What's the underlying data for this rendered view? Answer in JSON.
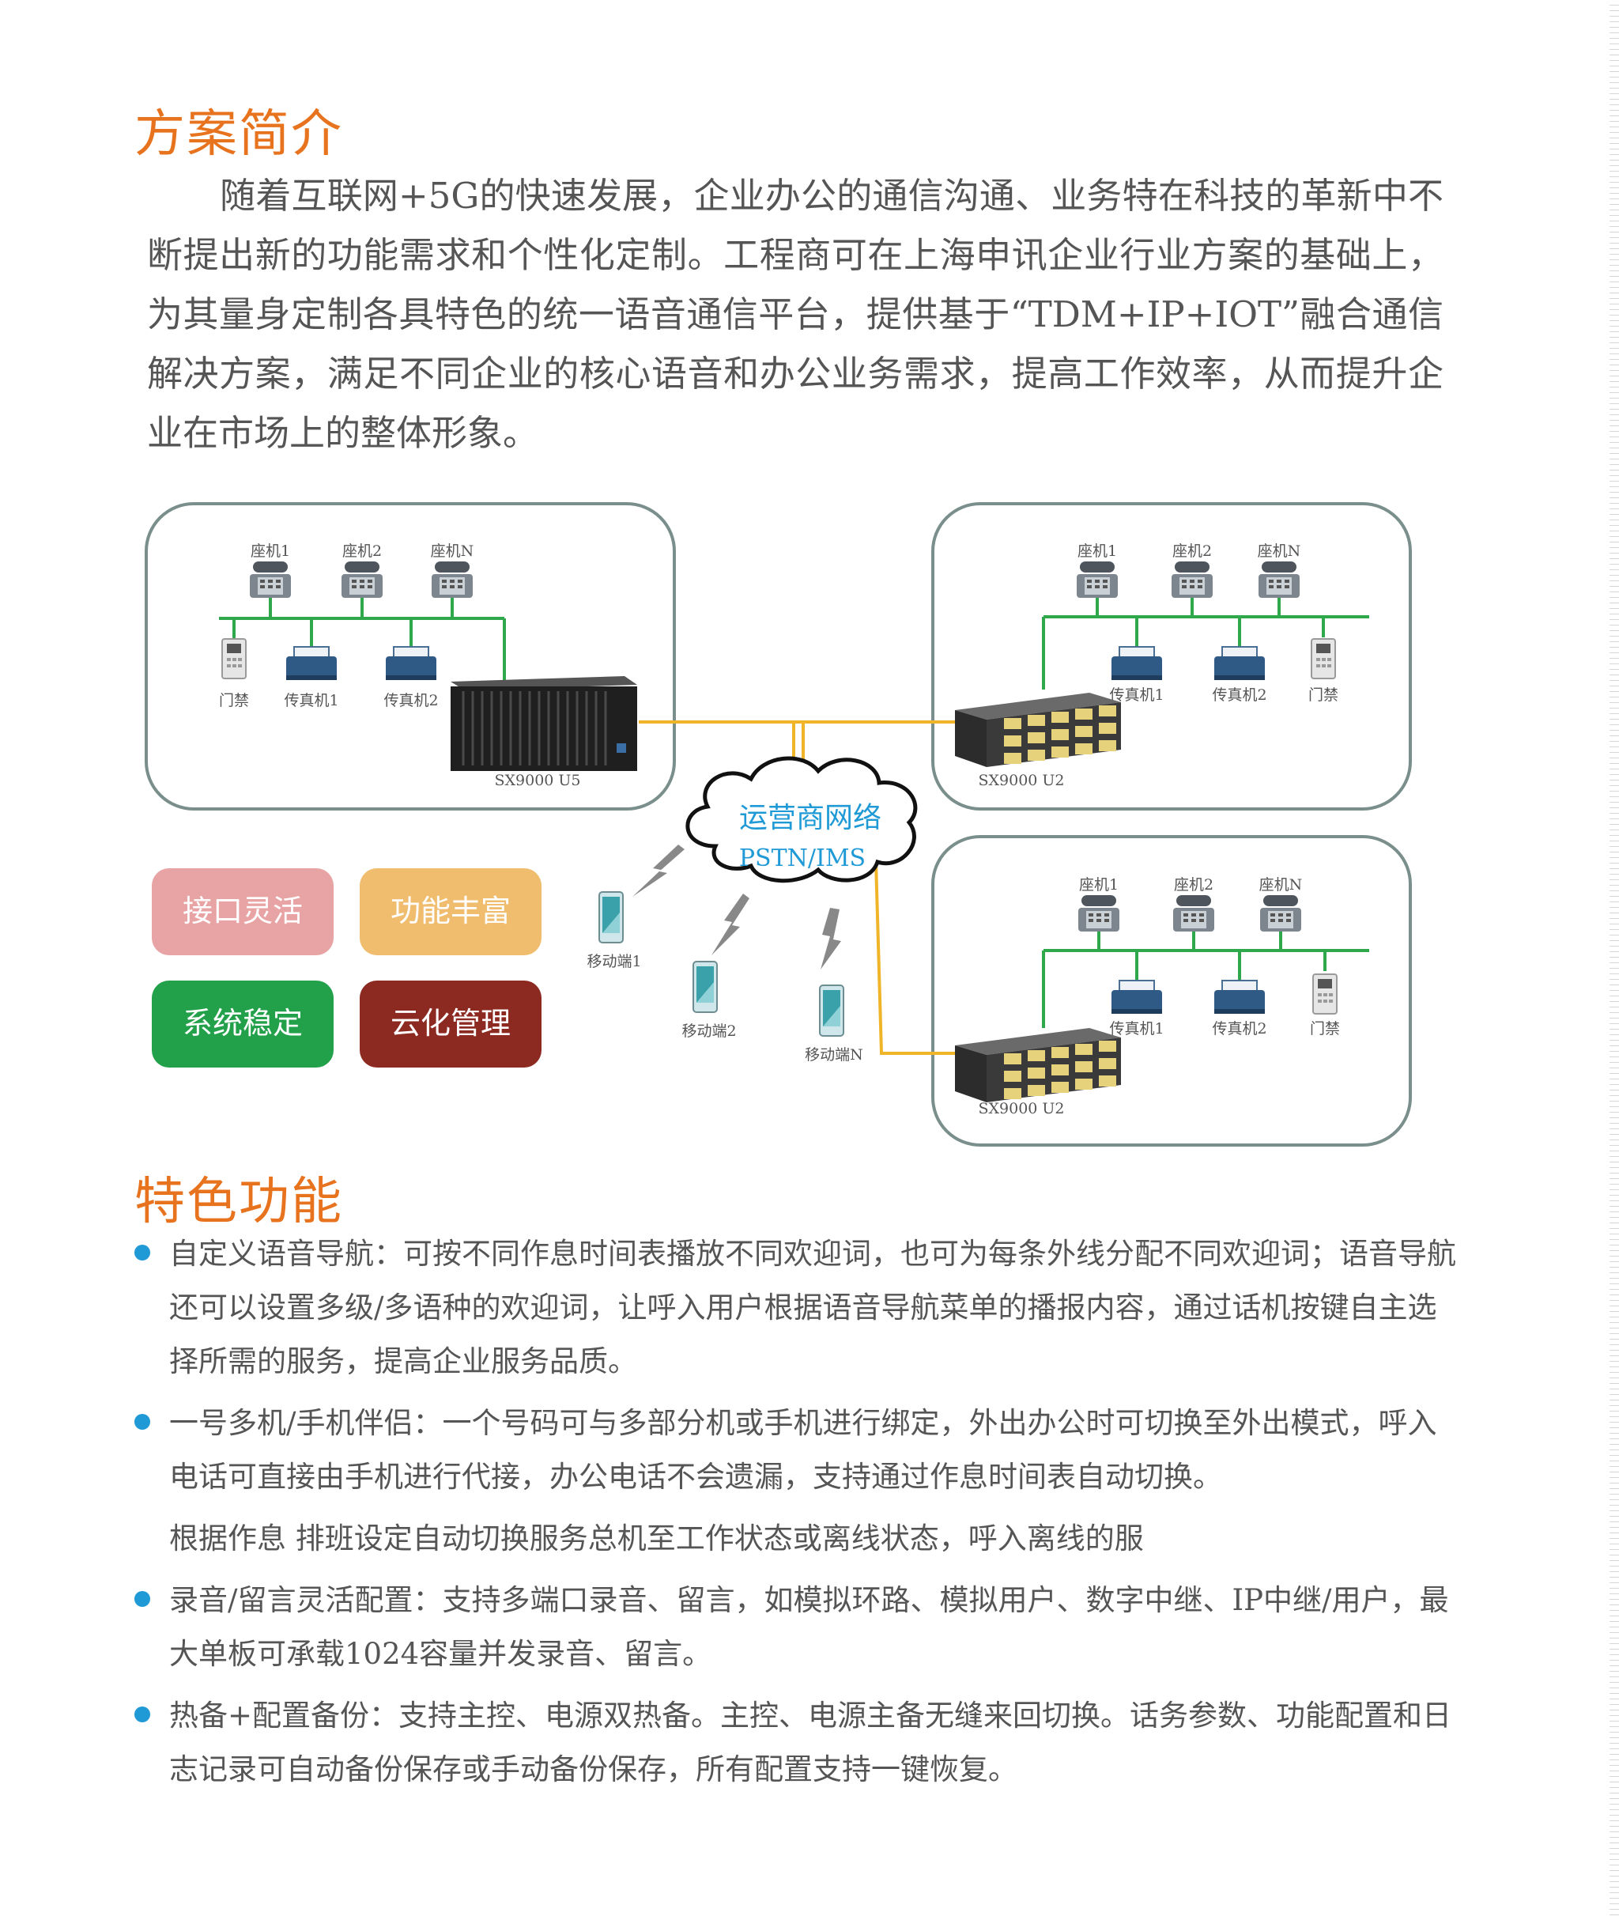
{
  "sections": {
    "intro_title": "方案简介",
    "intro_paragraph": "随着互联网+5G的快速发展，企业办公的通信沟通、业务特在科技的革新中不断提出新的功能需求和个性化定制。工程商可在上海申讯企业行业方案的基础上，为其量身定制各具特色的统一语音通信平台，提供基于“TDM+IP+IOT”融合通信解决方案，满足不同企业的核心语音和办公业务需求，提高工作效率，从而提升企业在市场上的整体形象。",
    "features_title": "特色功能"
  },
  "diagram": {
    "cloud": {
      "line1": "运营商网络",
      "line2": "PSTN/IMS"
    },
    "sites": [
      {
        "phones": [
          "座机1",
          "座机2",
          "座机N"
        ],
        "devices": [
          "门禁",
          "传真机1",
          "传真机2"
        ],
        "model": "SX9000 U5"
      },
      {
        "phones": [
          "座机1",
          "座机2",
          "座机N"
        ],
        "devices": [
          "传真机1",
          "传真机2",
          "门禁"
        ],
        "model": "SX9000 U2"
      },
      {
        "phones": [
          "座机1",
          "座机2",
          "座机N"
        ],
        "devices": [
          "传真机1",
          "传真机2",
          "门禁"
        ],
        "model": "SX9000 U2"
      }
    ],
    "mobiles": [
      "移动端1",
      "移动端2",
      "移动端N"
    ],
    "badges": [
      {
        "label": "接口灵活",
        "color": "#e8a4a4"
      },
      {
        "label": "功能丰富",
        "color": "#f0bd6e"
      },
      {
        "label": "系统稳定",
        "color": "#22a04a"
      },
      {
        "label": "云化管理",
        "color": "#8c2a22"
      }
    ],
    "colors": {
      "green_line": "#2ea84a",
      "orange_line": "#f0b429",
      "frame": "#7a8f8c",
      "cloud_text": "#1f9ad6"
    }
  },
  "features": [
    {
      "text": "自定义语音导航：可按不同作息时间表播放不同欢迎词，也可为每条外线分配不同欢迎词；语音导航还可以设置多级/多语种的欢迎词，让呼入用户根据语音导航菜单的播报内容，通过话机按键自主选择所需的服务，提高企业服务品质。",
      "bullet": true
    },
    {
      "text": "一号多机/手机伴侣：一个号码可与多部分机或手机进行绑定，外出办公时可切换至外出模式，呼入电话可直接由手机进行代接，办公电话不会遗漏，支持通过作息时间表自动切换。",
      "bullet": true
    },
    {
      "text": "根据作息 排班设定自动切换服务总机至工作状态或离线状态，呼入离线的服",
      "bullet": false
    },
    {
      "text": "录音/留言灵活配置：支持多端口录音、留言，如模拟环路、模拟用户、数字中继、IP中继/用户，最大单板可承载1024容量并发录音、留言。",
      "bullet": true
    },
    {
      "text": "热备+配置备份：支持主控、电源双热备。主控、电源主备无缝来回切换。话务参数、功能配置和日志记录可自动备份保存或手动备份保存，所有配置支持一键恢复。",
      "bullet": true
    }
  ]
}
